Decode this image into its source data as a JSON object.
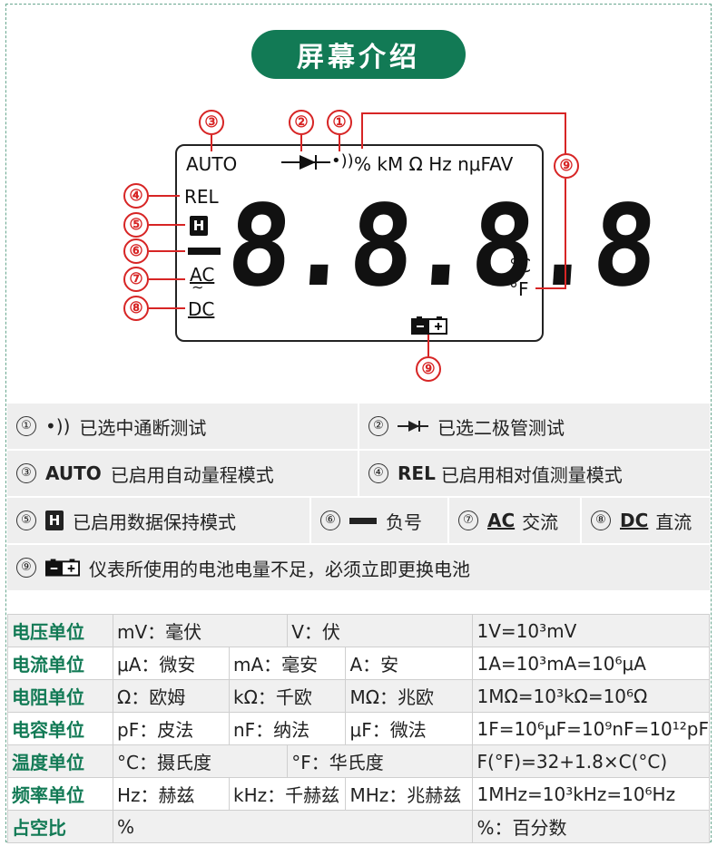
{
  "title": "屏幕介绍",
  "lcd": {
    "auto": "AUTO",
    "rel": "REL",
    "h": "H",
    "ac": "AC",
    "dc": "DC",
    "top_units": "% kM Ω Hz  nμFAV",
    "digits": "8.8.8.8",
    "celsius": "°C",
    "fahrenheit": "°F"
  },
  "callouts": [
    "①",
    "②",
    "③",
    "④",
    "⑤",
    "⑥",
    "⑦",
    "⑧",
    "⑨",
    "⑨"
  ],
  "info": {
    "r1": {
      "n1": "①",
      "t1": "已选中通断测试",
      "n2": "②",
      "t2": "已选二极管测试"
    },
    "r2": {
      "n1": "③",
      "k1": "AUTO",
      "t1": "已启用自动量程模式",
      "n2": "④",
      "k2": "REL",
      "t2": "已启用相对值测量模式"
    },
    "r3": {
      "n1": "⑤",
      "k1": "H",
      "t1": "已启用数据保持模式",
      "n2": "⑥",
      "t2": "负号",
      "n3": "⑦",
      "k3": "AC",
      "t3": "交流",
      "n4": "⑧",
      "k4": "DC",
      "t4": "直流"
    },
    "r4": {
      "n1": "⑨",
      "t1": "仪表所使用的电池电量不足，必须立即更换电池"
    }
  },
  "units": {
    "voltage": {
      "head": "电压单位",
      "c1": "mV：毫伏",
      "c2": "V：伏",
      "c3": "",
      "formula": "1V=10³mV"
    },
    "current": {
      "head": "电流单位",
      "c1": "μA：微安",
      "c2": "mA：毫安",
      "c3": "A：安",
      "formula": "1A=10³mA=10⁶μA"
    },
    "resistance": {
      "head": "电阻单位",
      "c1": "Ω：欧姆",
      "c2": "kΩ：千欧",
      "c3": "MΩ：兆欧",
      "formula": "1MΩ=10³kΩ=10⁶Ω"
    },
    "capacitance": {
      "head": "电容单位",
      "c1": "pF：皮法",
      "c2": "nF：纳法",
      "c3": "μF：微法",
      "formula": "1F=10⁶μF=10⁹nF=10¹²pF"
    },
    "temperature": {
      "head": "温度单位",
      "c1": "°C：摄氏度",
      "c2": "°F：华氏度",
      "formula": "F(°F)=32+1.8×C(°C)"
    },
    "frequency": {
      "head": "频率单位",
      "c1": "Hz：赫兹",
      "c2": "kHz：千赫兹",
      "c3": "MHz：兆赫兹",
      "formula": "1MHz=10³kHz=10⁶Hz"
    },
    "duty": {
      "head": "占空比",
      "c1": "%",
      "formula": "%：百分数"
    }
  },
  "colors": {
    "brand": "#127a55",
    "callout": "#d72525"
  }
}
